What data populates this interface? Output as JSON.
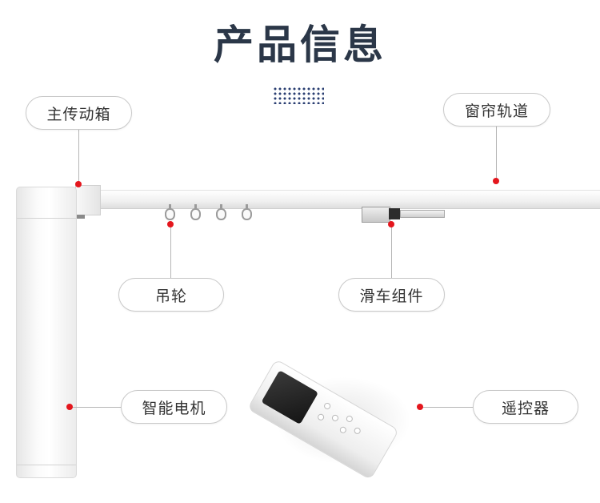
{
  "title": "产品信息",
  "labels": {
    "gearbox": "主传动箱",
    "track": "窗帘轨道",
    "hooks": "吊轮",
    "slider": "滑车组件",
    "motor": "智能电机",
    "remote": "遥控器"
  },
  "colors": {
    "title": "#2b3748",
    "dot_accent": "#e4161d",
    "dots_pattern": "#2b3f72",
    "pill_border": "#c9c9c9"
  },
  "icons": [
    "decorative-dots-pattern"
  ]
}
